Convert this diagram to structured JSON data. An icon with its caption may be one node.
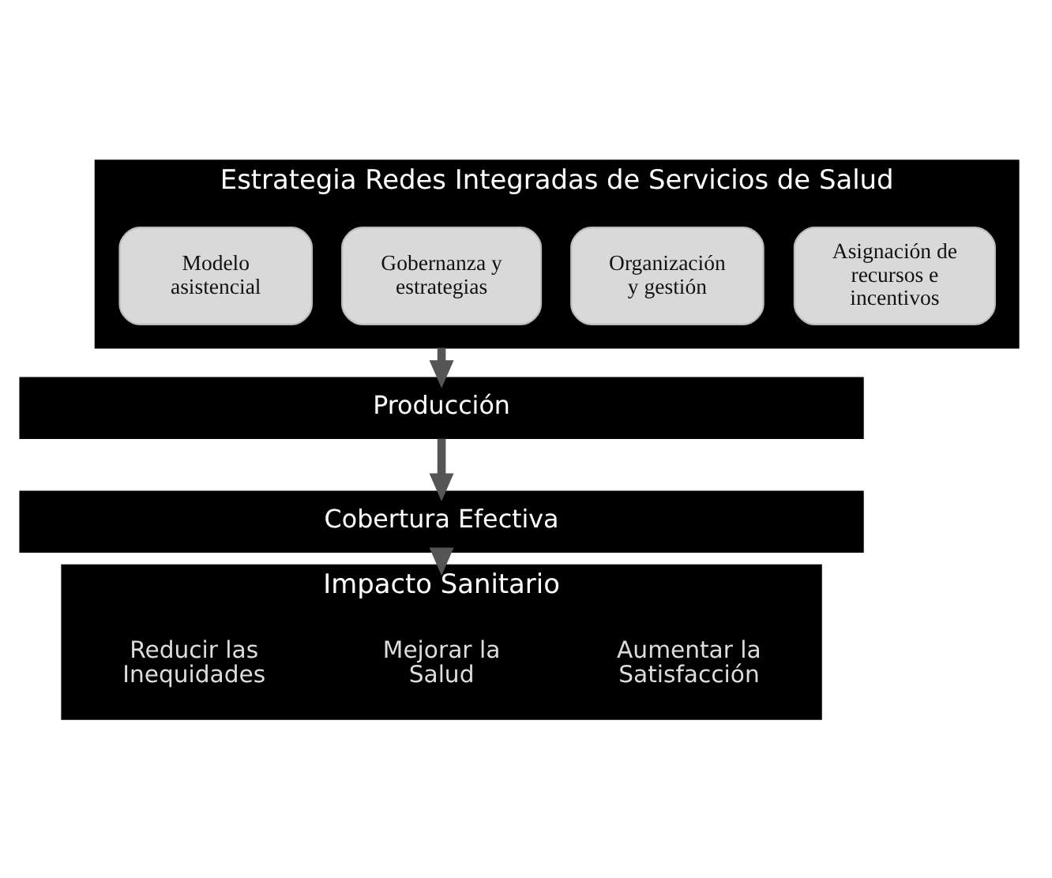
{
  "diagram": {
    "nodes": [
      {
        "text": [
          "Estrategia Redes Integradas de Servicios de Salud"
        ]
      },
      {
        "text": [
          "Modelo asistencial"
        ],
        "in": 0
      },
      {
        "text": [
          "Gobernanza y estrategias"
        ],
        "in": 0
      },
      {
        "text": [
          "Organización y gestión"
        ],
        "in": 0
      },
      {
        "text": [
          "Asignación de recursos e incentivos"
        ],
        "in": 0
      },
      {
        "text": [
          "Producción"
        ]
      },
      {
        "text": [
          "Cobertura Efectiva"
        ]
      },
      {
        "text": [
          "Impacto Sanitario"
        ]
      },
      {
        "text": [
          "Reducir las Inequidades"
        ],
        "in": 7
      },
      {
        "text": [
          "Mejorar la Salud"
        ],
        "in": 7
      },
      {
        "text": [
          "Aumentar la Satisfacción"
        ],
        "in": 7
      }
    ],
    "edges": [
      {
        "from": 0,
        "to": 5,
        "arrow": "to"
      },
      {
        "from": 5,
        "to": 6,
        "arrow": "to"
      },
      {
        "from": 6,
        "to": 7,
        "arrow": "to"
      }
    ]
  }
}
